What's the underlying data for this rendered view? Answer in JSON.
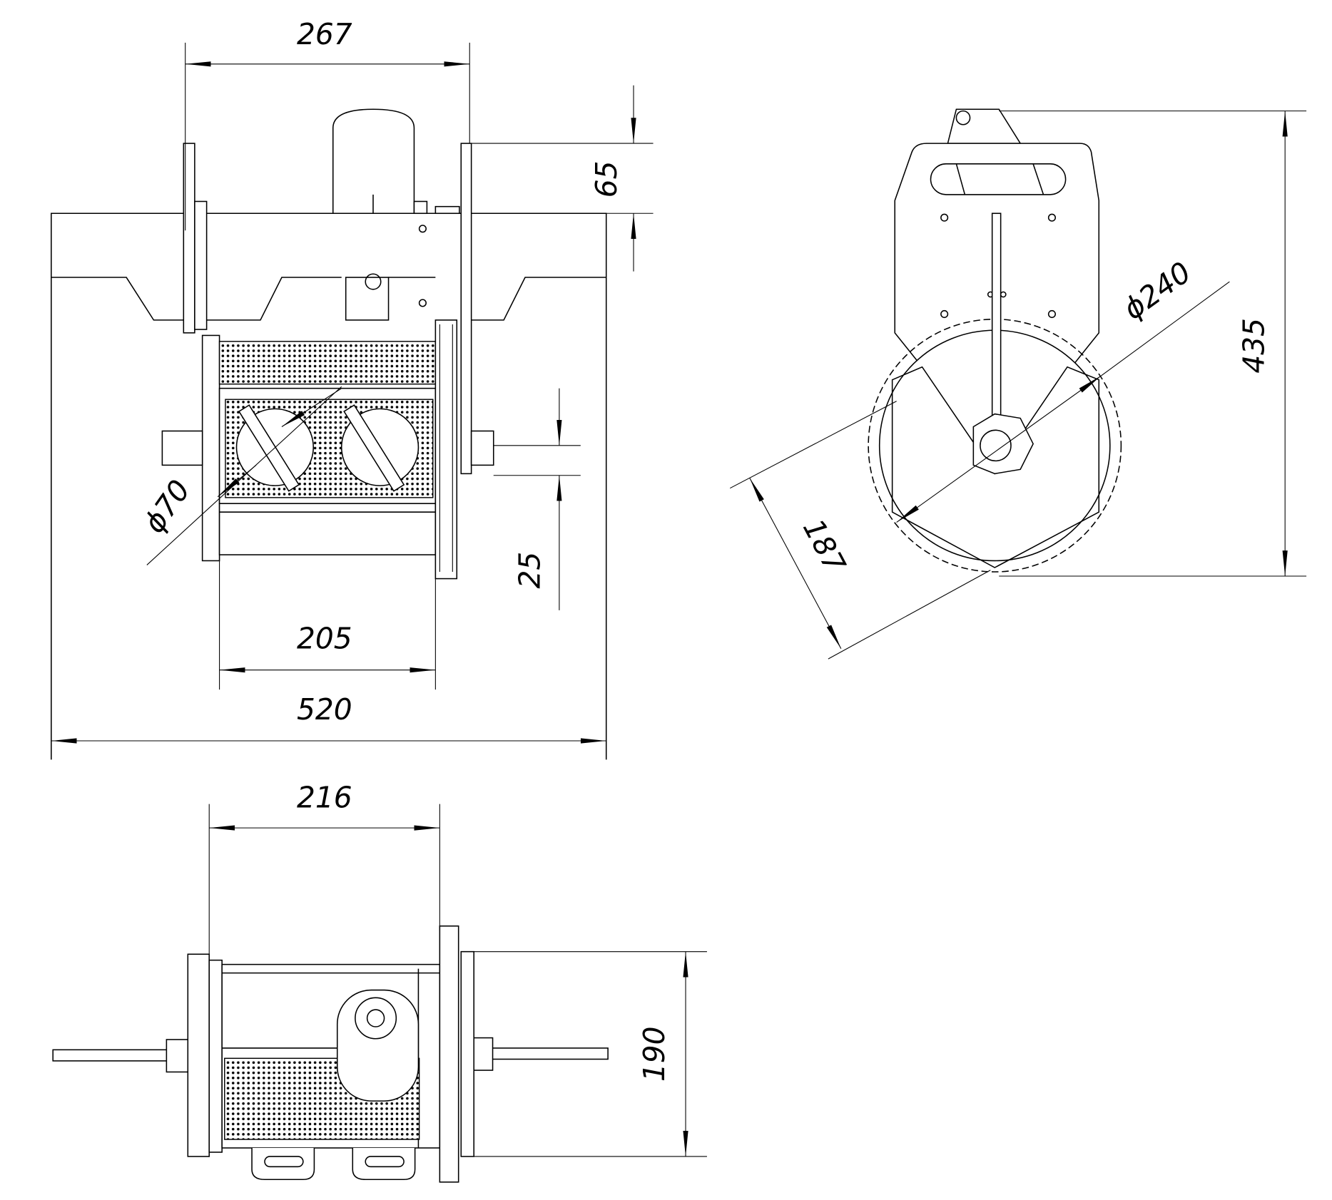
{
  "drawing": {
    "front_view": {
      "dimensions": {
        "width_top": "267",
        "motor_height": "65",
        "shaft_offset": "25",
        "roller_diameter": "ϕ70",
        "inner_width": "205",
        "overall_width": "520"
      }
    },
    "side_view": {
      "dimensions": {
        "height": "435",
        "gear_diameter": "ϕ240",
        "depth": "187"
      }
    },
    "top_view": {
      "dimensions": {
        "width": "216",
        "depth": "190"
      }
    }
  }
}
